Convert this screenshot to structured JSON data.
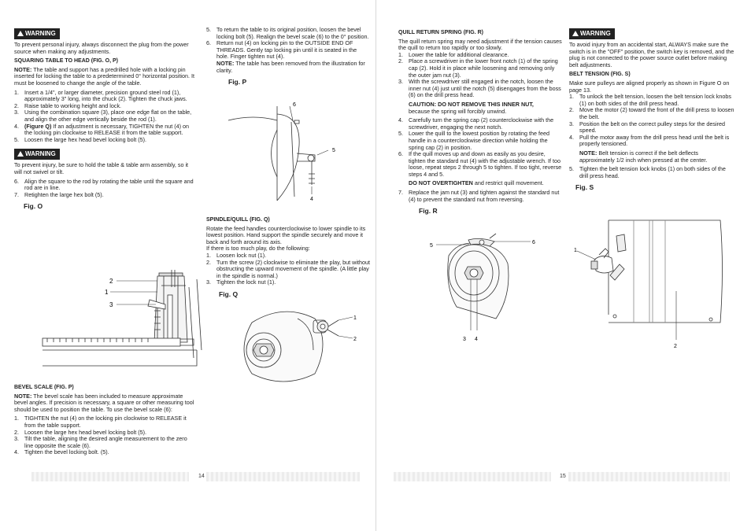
{
  "warning_label": "WARNING",
  "left_page": {
    "page_number": "14",
    "col1": {
      "warning_text": "To prevent personal injury, always disconnect the plug from the power source when making any adjustments.",
      "squaring_heading": "SQUARING TABLE TO HEAD (FIG. O, P)",
      "note_label": "NOTE:",
      "note_text": " The table and support has a predrilled hole with a locking pin inserted for locking the table to a predetermined 0° horizontal position. It must be loosened to change the angle of the table.",
      "steps": [
        {
          "n": "1.",
          "t": "Insert a 1/4\", or larger diameter, precision ground steel rod (1), approximately 3\" long, into the chuck (2). Tighten the chuck jaws."
        },
        {
          "n": "2.",
          "t": "Raise table to working height and lock."
        },
        {
          "n": "3.",
          "t": "Using the combination square (3), place one edge flat on the table, and align the other edge vertically beside the rod (1)."
        },
        {
          "n": "4.",
          "b": "(Figure Q)",
          "t": " If an adjustment is necessary, TIGHTEN the nut (4) on the locking pin clockwise to RELEASE it from the table support."
        },
        {
          "n": "5.",
          "t": "Loosen the large hex head bevel locking bolt (5)."
        }
      ],
      "warning2_text": "To prevent injury, be sure to hold the table & table arm assembly, so it will not swivel or tilt.",
      "steps2": [
        {
          "n": "6.",
          "t": "Align the square to the rod by rotating the table until the square and rod are in line."
        },
        {
          "n": "7.",
          "t": "Retighten the large hex bolt (5)."
        }
      ],
      "fig_o_label": "Fig. O",
      "fig_o_callouts": [
        "2",
        "1",
        "3"
      ],
      "bevel_heading": "BEVEL SCALE (FIG. P)",
      "bevel_note_label": "NOTE:",
      "bevel_note_text": " The bevel scale has been included to measure approximate bevel angles. If precision is necessary, a square or other measuring tool should be used to position the table. To use the bevel scale (6):",
      "bevel_steps": [
        {
          "n": "1.",
          "t": "TIGHTEN the nut (4) on the locking pin clockwise to RELEASE it from the table support."
        },
        {
          "n": "2.",
          "t": "Loosen the large hex head bevel locking bolt (5)."
        },
        {
          "n": "3.",
          "t": "Tilt the table, aligning the desired angle measurement to the zero line opposite the scale (6)."
        },
        {
          "n": "4.",
          "t": "Tighten the bevel locking bolt. (5)."
        }
      ]
    },
    "col2": {
      "steps": [
        {
          "n": "5.",
          "t": "To return the table to its original position, loosen the bevel locking bolt (5). Realign the bevel scale (6) to the 0° position."
        },
        {
          "n": "6.",
          "t": "Return nut (4) on locking pin to the OUTSIDE END OF THREADS. Gently tap locking pin until it is seated in the hole. Finger tighten nut (4)."
        }
      ],
      "note_label": "NOTE:",
      "note_text": " The table has been removed from the illustration for clarity.",
      "fig_p_label": "Fig. P",
      "fig_p_callouts": [
        "6",
        "5",
        "4"
      ],
      "spindle_heading": "SPINDLE/QUILL (FIG. Q)",
      "spindle_text": "Rotate the feed handles counterclockwise to lower spindle to its lowest position. Hand support the spindle securely and move it back and forth around its axis.",
      "spindle_text2": "If there is too much play, do the following:",
      "spindle_steps": [
        {
          "n": "1.",
          "t": "Loosen lock nut (1)."
        },
        {
          "n": "2.",
          "t": "Turn the screw (2) clockwise to eliminate the play, but without obstructing the upward movement of the spindle. (A little play in the spindle is normal.)"
        },
        {
          "n": "3.",
          "t": "Tighten the lock nut (1)."
        }
      ],
      "fig_q_label": "Fig. Q",
      "fig_q_callouts": [
        "1",
        "2"
      ]
    }
  },
  "right_page": {
    "page_number": "15",
    "col3": {
      "quill_heading": "QUILL RETURN SPRING (FIG. R)",
      "quill_text": "The quill return spring may need adjustment if the tension causes the quill to return too rapidly or too slowly.",
      "steps": [
        {
          "n": "1.",
          "t": "Lower the table for additional clearance."
        },
        {
          "n": "2.",
          "t": "Place a screwdriver in the lower front notch (1) of the spring cap (2). Hold it in place while loosening and removing only the outer jam nut (3)."
        },
        {
          "n": "3.",
          "t": "With the screwdriver still engaged in the notch, loosen the inner nut (4) just until the notch (5) disengages from the boss (6) on the drill press head."
        }
      ],
      "caution_label": "CAUTION: DO NOT REMOVE THIS INNER NUT,",
      "caution_text": "because the spring will forcibly unwind.",
      "steps2": [
        {
          "n": "4.",
          "t": "Carefully turn the spring cap (2) counterclockwise with the screwdriver, engaging the next notch."
        },
        {
          "n": "5.",
          "t": "Lower the quill to the lowest position by rotating the feed handle in a counterclockwise direction while holding the spring cap (2) in position."
        },
        {
          "n": "6.",
          "t": "If the quill moves up and down as easily as you desire, tighten the standard nut (4) with the adjustable wrench. If too loose, repeat steps 2 through 5 to tighten. If too tight, reverse steps 4 and 5."
        }
      ],
      "overtighten_label": "DO NOT OVERTIGHTEN",
      "overtighten_text": " and restrict quill movement.",
      "steps3": [
        {
          "n": "7.",
          "t": "Replace the jam nut (3) and tighten against the standard nut (4) to prevent the standard nut from reversing."
        }
      ],
      "fig_r_label": "Fig. R",
      "fig_r_callouts": [
        "5",
        "6",
        "3",
        "4"
      ]
    },
    "col4": {
      "warning_text": "To avoid injury from an accidental start, ALWAYS make sure the switch is in the \"OFF\" position, the switch key is removed, and the plug is not connected to the power source outlet before making belt adjustments.",
      "belt_heading": "BELT TENSION (FIG. S)",
      "belt_text": "Make sure pulleys are aligned properly as shown in Figure O on page 13.",
      "steps": [
        {
          "n": "1.",
          "t": "To unlock the belt tension, loosen the belt tension lock knobs (1) on both sides of the drill press head."
        },
        {
          "n": "2.",
          "t": "Move the motor (2) toward the front of the drill press to loosen the belt."
        },
        {
          "n": "3.",
          "t": "Position the belt on the correct pulley steps for the desired speed."
        },
        {
          "n": "4.",
          "t": "Pull the motor away from the drill press head until the belt is properly tensioned."
        }
      ],
      "note_label": "NOTE:",
      "note_text": " Belt tension is correct if the belt deflects approximately 1/2 inch when pressed at the center.",
      "steps2": [
        {
          "n": "5.",
          "t": "Tighten the belt tension lock knobs (1) on both sides of the drill press head."
        }
      ],
      "fig_s_label": "Fig. S",
      "fig_s_callouts": [
        "1",
        "2"
      ]
    }
  }
}
